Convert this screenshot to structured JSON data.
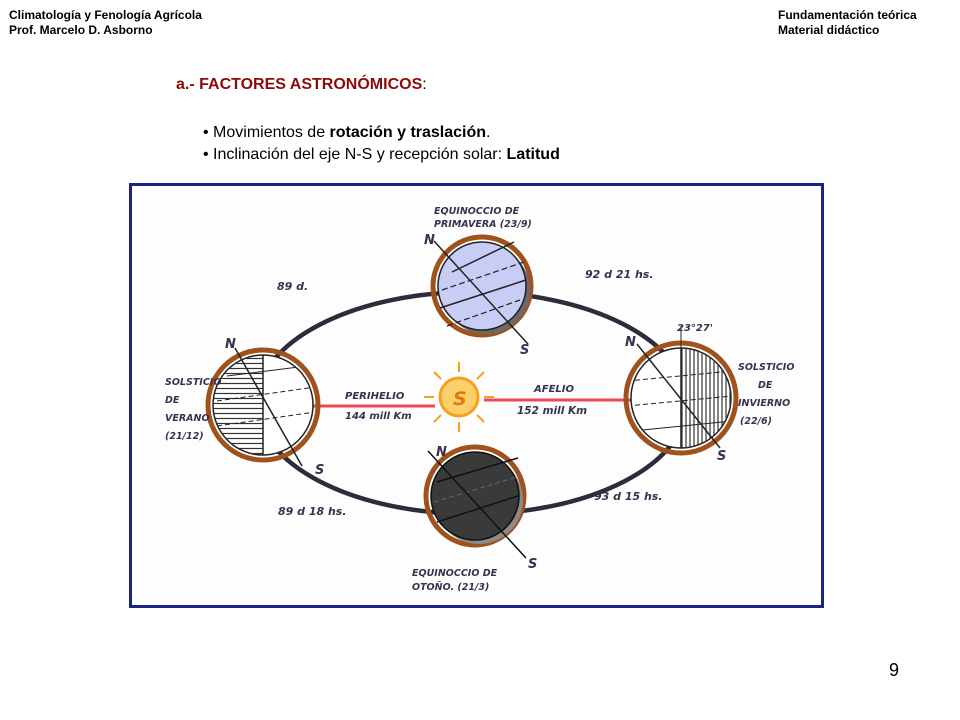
{
  "header": {
    "left_line1": "Climatología y Fenología Agrícola",
    "left_line2": "Prof. Marcelo D. Asborno",
    "right_line1": "Fundamentación teórica",
    "right_line2": "Material didáctico"
  },
  "section": {
    "title": "a.- FACTORES ASTRONÓMICOS",
    "title_suffix": ":"
  },
  "bullets": {
    "item1_prefix": "• Movimientos de ",
    "item1_bold": "rotación y traslación",
    "item1_suffix": ".",
    "item2_prefix": "• Inclinación del eje N-S y recepción solar: ",
    "item2_bold": "Latitud"
  },
  "diagram": {
    "top_label_line1": "EQUINOCCIO DE",
    "top_label_line2": "PRIMAVERA (23/9)",
    "left_label_line1": "SOLSTICIO",
    "left_label_line2": "DE",
    "left_label_line3": "VERANO",
    "left_label_line4": "(21/12)",
    "right_label_line1": "SOLSTICIO",
    "right_label_line2": "DE",
    "right_label_line3": "INVIERNO",
    "right_label_line4": "(22/6)",
    "bottom_label_line1": "EQUINOCCIO DE",
    "bottom_label_line2": "OTOÑO. (21/3)",
    "days_top_left": "89 d.",
    "days_top_right": "92 d 21 hs.",
    "days_bottom_left": "89 d 18 hs.",
    "days_bottom_right": "93 d 15 hs.",
    "perihelio_label": "PERIHELIO",
    "perihelio_value": "144 mill Km",
    "afelio_label": "AFELIO",
    "afelio_value": "152 mill Km",
    "tilt_angle": "23°27'",
    "sun_letter": "S",
    "north": "N",
    "south": "S"
  },
  "page": {
    "number": "9"
  },
  "colors": {
    "title_red": "#8b0a0a",
    "frame_blue": "#1a237e",
    "orbit": "#2c2c3a",
    "sun": "#f2a21c",
    "spring_earth": "#c7cdf5",
    "autumn_earth": "#3a3a3a",
    "earth_ring": "#a0521d",
    "distance_line": "#e8495a"
  }
}
